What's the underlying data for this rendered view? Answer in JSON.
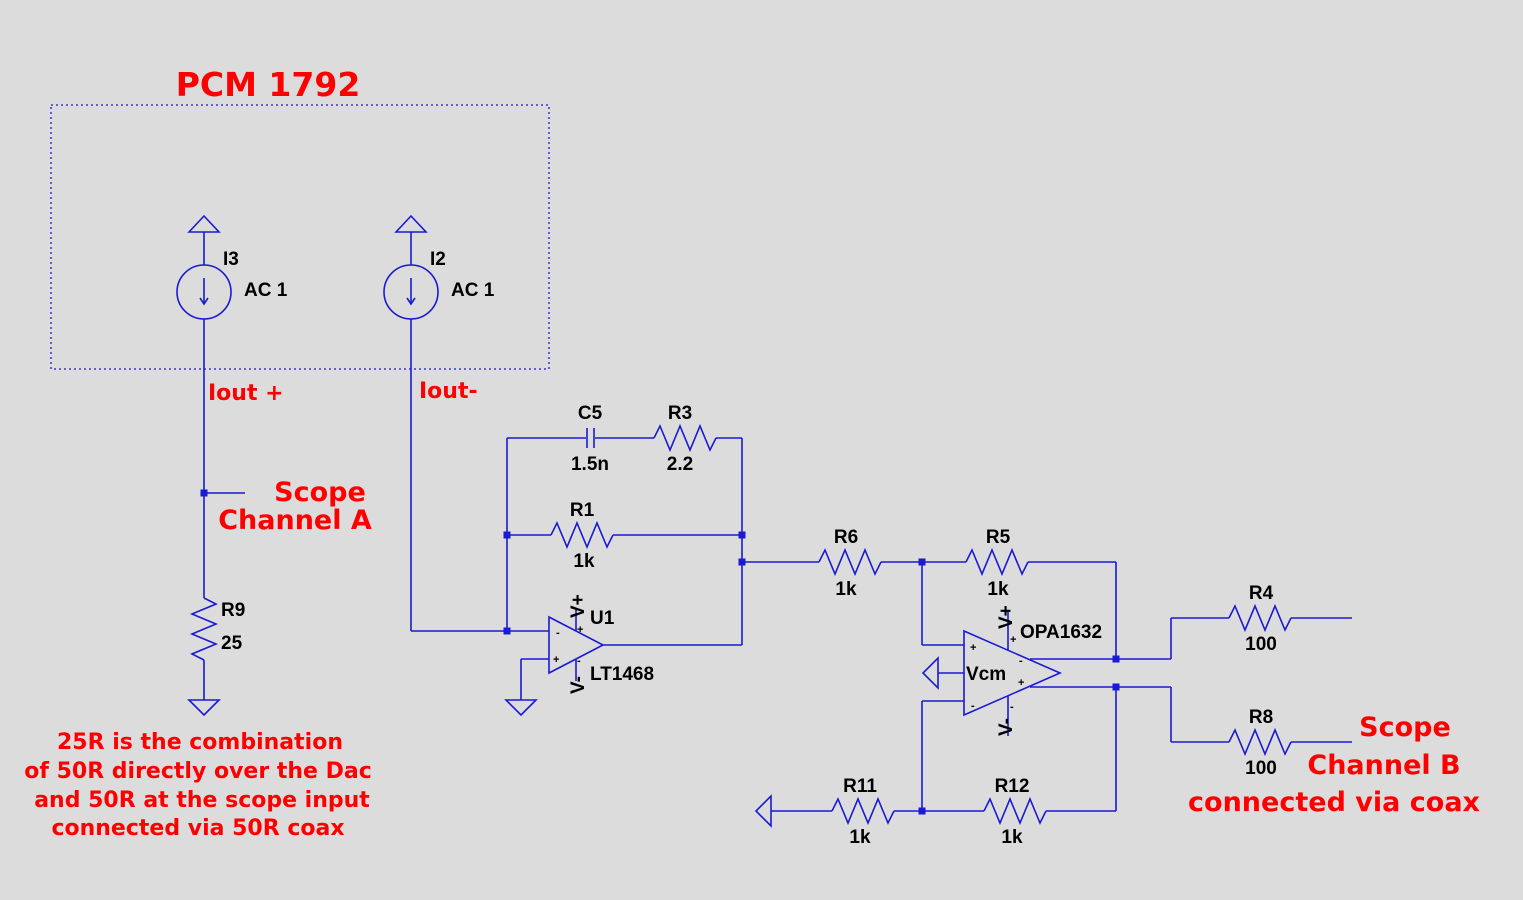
{
  "block_title": "PCM 1792",
  "sources": [
    {
      "name": "I3",
      "value": "AC 1"
    },
    {
      "name": "I2",
      "value": "AC 1"
    }
  ],
  "net_labels": {
    "iout_plus": "Iout +",
    "iout_minus": "Iout-"
  },
  "components": {
    "C5": {
      "name": "C5",
      "value": "1.5n"
    },
    "R3": {
      "name": "R3",
      "value": "2.2"
    },
    "R1": {
      "name": "R1",
      "value": "1k"
    },
    "R6": {
      "name": "R6",
      "value": "1k"
    },
    "R5": {
      "name": "R5",
      "value": "1k"
    },
    "R9": {
      "name": "R9",
      "value": "25"
    },
    "R4": {
      "name": "R4",
      "value": "100"
    },
    "R8": {
      "name": "R8",
      "value": "100"
    },
    "R11": {
      "name": "R11",
      "value": "1k"
    },
    "R12": {
      "name": "R12",
      "value": "1k"
    },
    "U1": {
      "name": "U1",
      "value": "LT1468"
    },
    "U2": {
      "value": "OPA1632",
      "vcm": "Vcm"
    }
  },
  "pins": {
    "vplus": "V+",
    "vminus": "V-",
    "plus": "+",
    "minus": "-"
  },
  "scope_a": {
    "line1": "Scope",
    "line2": "Channel A"
  },
  "scope_b": {
    "line1": "Scope",
    "line2": "Channel B",
    "line3": "connected via coax"
  },
  "note": {
    "line1": "25R is the combination",
    "line2": "of 50R directly over the Dac",
    "line3": "and 50R at the scope input",
    "line4": "connected via 50R coax"
  },
  "colors": {
    "wire": "#1a1ad2",
    "annotation": "#ff0000",
    "background": "#dcdcdc",
    "text": "#000000"
  }
}
